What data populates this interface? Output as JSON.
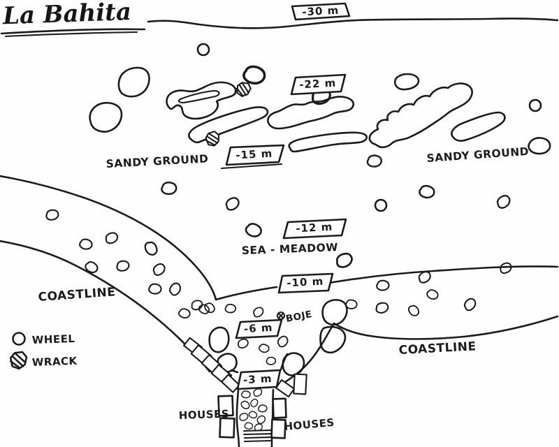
{
  "title": "La Bahita",
  "depth_markers": [
    {
      "label": "-30 m"
    },
    {
      "label": "-22 m"
    },
    {
      "label": "-15 m"
    },
    {
      "label": "-12 m"
    },
    {
      "label": "-10 m"
    },
    {
      "label": "-6 m"
    },
    {
      "label": "-3 m"
    }
  ],
  "labels": {
    "sandy_ground_left": "SANDY GROUND",
    "sandy_ground_right": "SANDY GROUND",
    "sea_meadow": "SEA - MEADOW",
    "coastline_left": "COASTLINE",
    "coastline_right": "COASTLINE",
    "houses_left": "HOUSES",
    "houses_right": "HOUSES",
    "buoy": "BOJE"
  },
  "legend": [
    {
      "symbol": "wheel-icon",
      "label": "WHEEL"
    },
    {
      "symbol": "wrack-icon",
      "label": "WRACK"
    }
  ],
  "colors": {
    "ink": "#1b1b1b",
    "paper": "#fefefe"
  }
}
